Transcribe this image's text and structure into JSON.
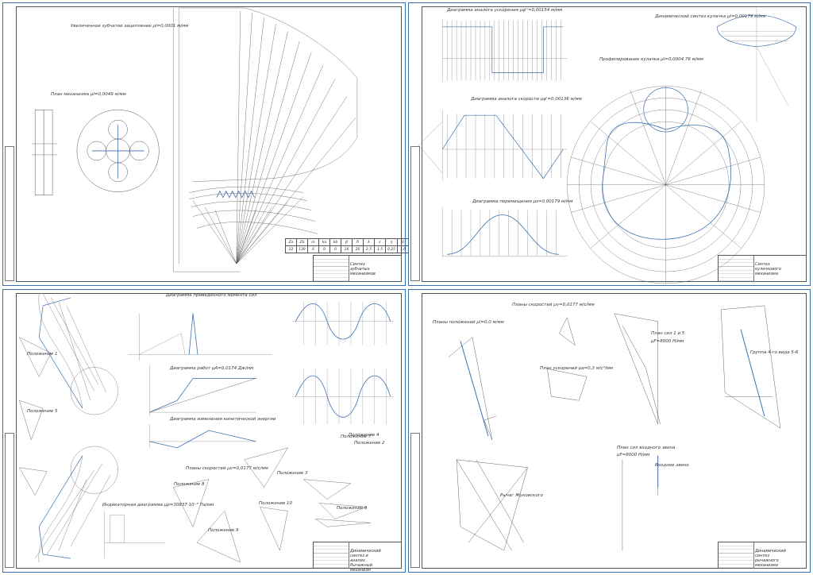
{
  "sheets": [
    {
      "title_block_name": "Синтез зубчатых механизмов",
      "labels": {
        "scale_gear": "Увеличенное зубчатое зацепление μl=0,0001 м/мм",
        "plan_mechanism": "План механизма μl=0,0049 м/мм"
      },
      "table": {
        "headers": [
          "Za",
          "Zb",
          "m",
          "ka",
          "kb",
          "β",
          "δ",
          "λ",
          "ε",
          "η",
          "U"
        ],
        "values": [
          "12",
          "139",
          "6",
          "0",
          "0",
          "16",
          "20",
          "2,5",
          "1,5",
          "0,25",
          "1,6"
        ]
      }
    },
    {
      "title_block_name": "Синтез кулачкового механизма",
      "labels": {
        "accel_diagram": "Диаграмма аналога ускорения μφ''=0,00154 м/мм",
        "velocity_diagram": "Диаграмма аналога скорости μφ'=0,00136 м/мм",
        "displacement_diagram": "Диаграмма перемещения μs=0,00179 м/мм",
        "dynamic_synthesis": "Динамический синтез кулачка μl=0,00179 м/мм",
        "profiling": "Профилирование кулачка μl=0,0004.76 м/мм"
      }
    },
    {
      "title_block_name": "Динамический синтез и анализ. Рычажный механизм",
      "labels": {
        "reduced_moment": "Диаграмма приведённого момента сил",
        "work_diagram": "Диаграмма работ μA=0,0174 Дж/мм",
        "kinetic_energy": "Диаграмма изменения кинетической энергии",
        "velocity_plans": "Планы скоростей μv=0,0177 м/с/мм",
        "inertia": "Индикаторная диаграмма μp=30837·10⁻⁵ Па/мм"
      },
      "positions": [
        "Положение 1",
        "Положение 2",
        "Положение 3",
        "Положение 4",
        "Положение 5",
        "Положение 6",
        "Положение 7",
        "Положение 8",
        "Положение 9",
        "Положение 10"
      ]
    },
    {
      "title_block_name": "Динамический синтез рычажного механизма",
      "labels": {
        "velocity_plans": "Планы скоростей μv=0,0177 м/с/мм",
        "position_plans": "Планы положений μl=0,0 м/мм",
        "accel_plan": "План ускорений μa=0,3 м/с²/мм",
        "force_plan_1": "План сил 1 и 5",
        "force_plan_2": "План сил входного звена",
        "lever": "Рычаг Жуковского",
        "input_link": "Входное звено",
        "group": "Группа 4-го вида 5-6",
        "scale1": "μF=8000 Н/мм",
        "scale2": "μF=8000 Н/мм"
      }
    }
  ]
}
